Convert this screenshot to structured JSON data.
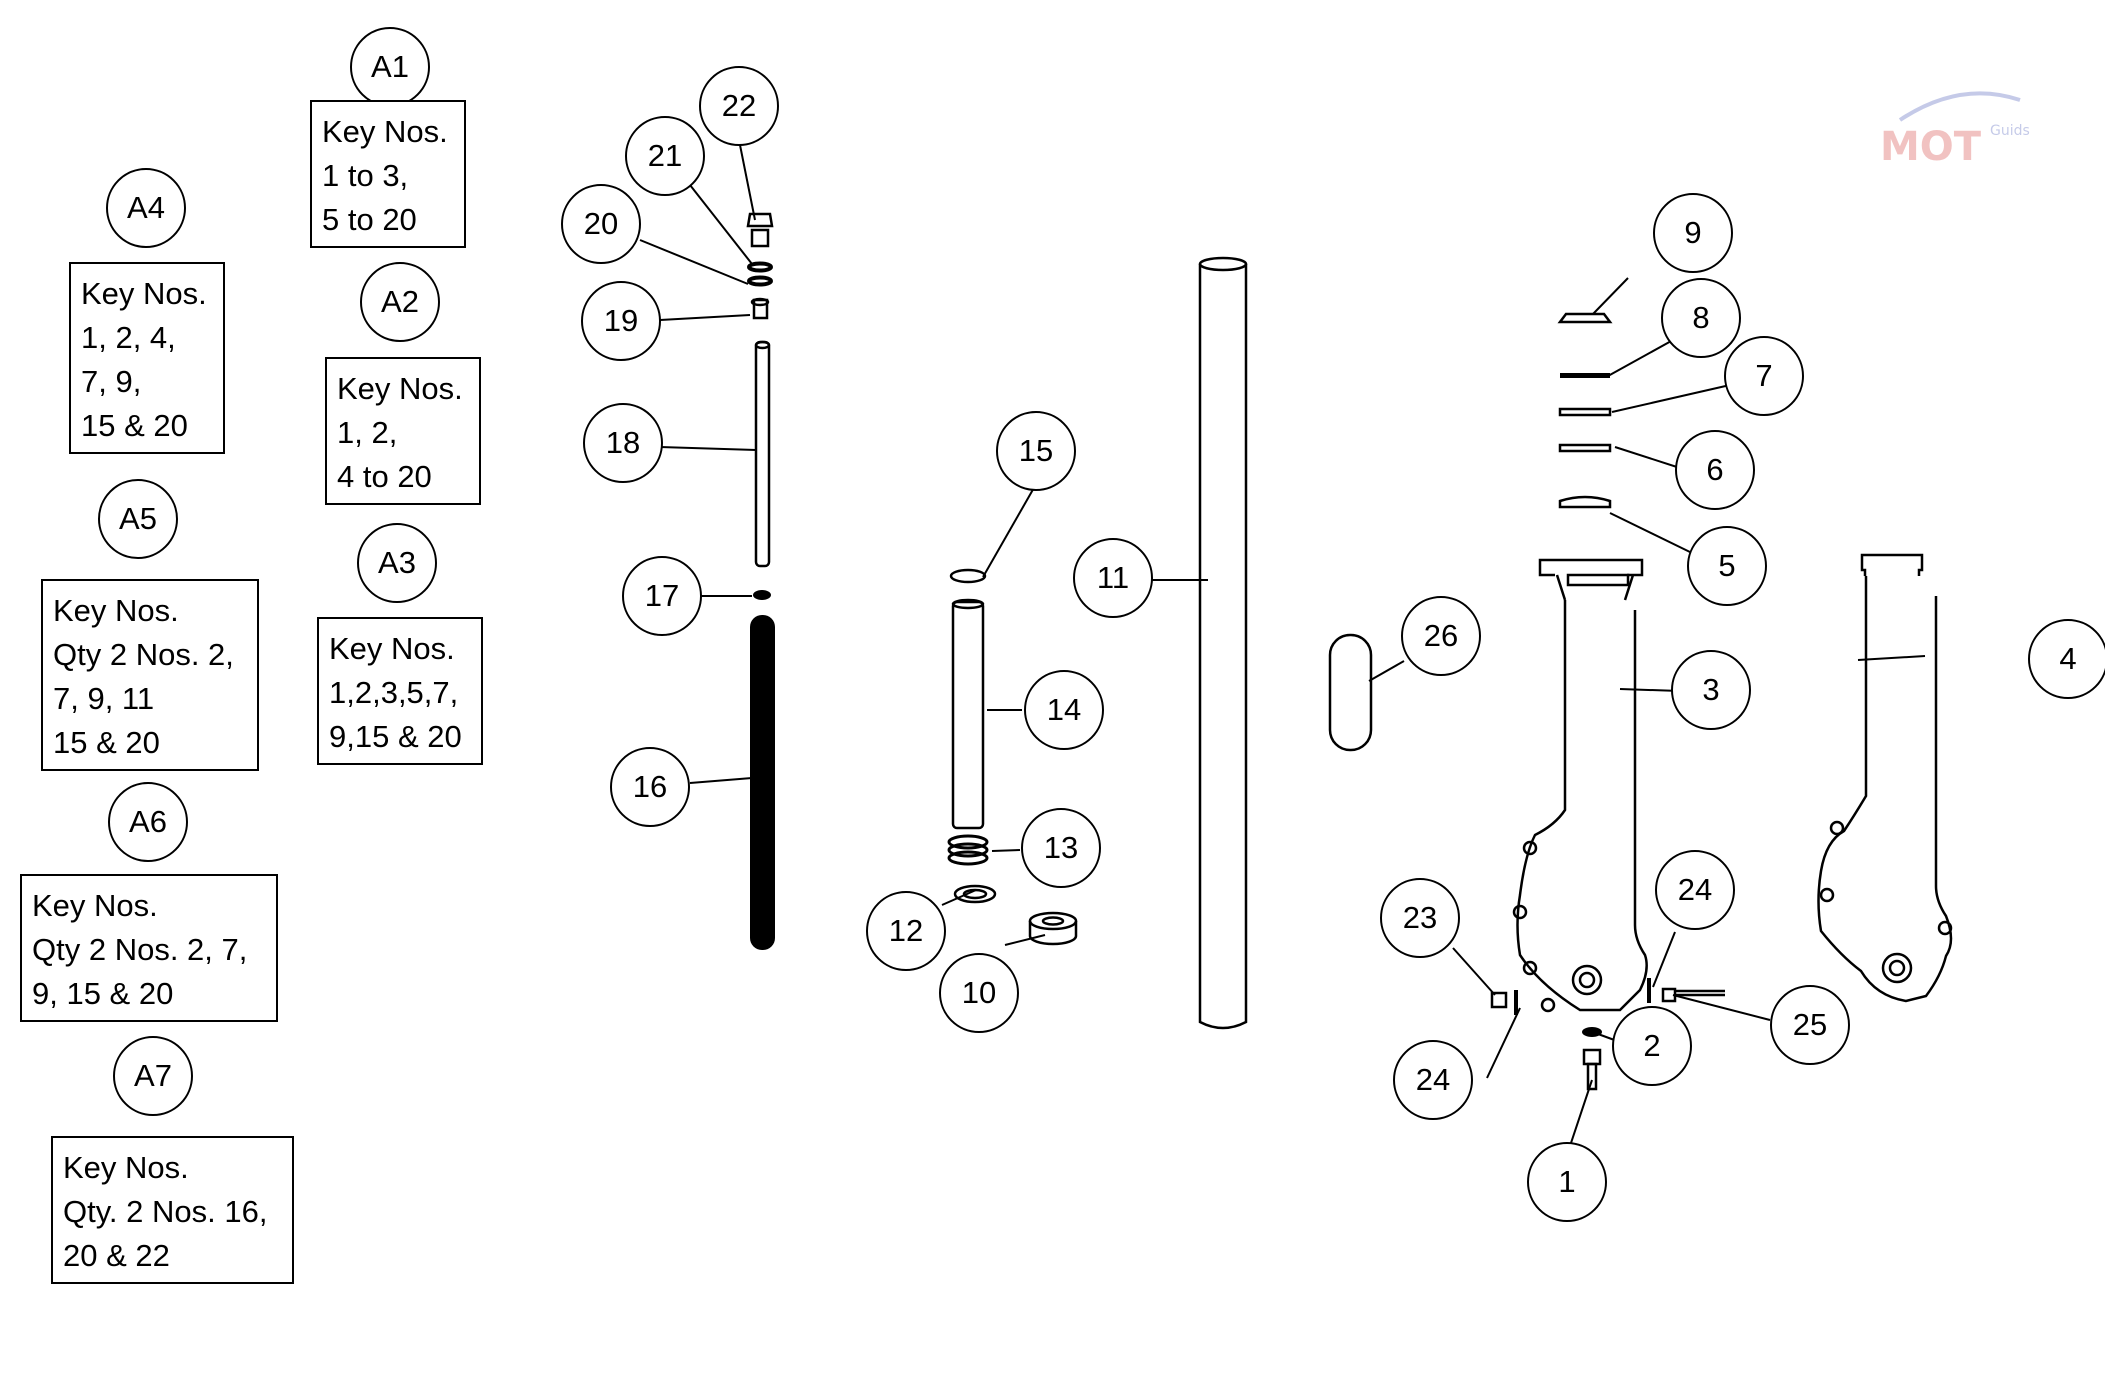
{
  "assemblies": [
    {
      "id": "A1",
      "lines": [
        "Key Nos.",
        "1 to 3,",
        "5 to 20"
      ]
    },
    {
      "id": "A2",
      "lines": [
        "Key Nos.",
        "1, 2,",
        "4 to 20"
      ]
    },
    {
      "id": "A3",
      "lines": [
        "Key Nos.",
        "1,2,3,5,7,",
        "9,15 & 20"
      ]
    },
    {
      "id": "A4",
      "lines": [
        "Key Nos.",
        "1, 2, 4,",
        "7, 9,",
        "15 & 20"
      ]
    },
    {
      "id": "A5",
      "lines": [
        "Key Nos.",
        "Qty 2 Nos. 2,",
        "7, 9, 11",
        "15 & 20"
      ]
    },
    {
      "id": "A6",
      "lines": [
        "Key Nos.",
        "Qty 2 Nos. 2, 7,",
        "9, 15 & 20"
      ]
    },
    {
      "id": "A7",
      "lines": [
        "Key Nos.",
        "Qty. 2 Nos. 16,",
        "20 & 22"
      ]
    }
  ],
  "callouts": [
    "1",
    "2",
    "3",
    "4",
    "5",
    "6",
    "7",
    "8",
    "9",
    "10",
    "11",
    "12",
    "13",
    "14",
    "15",
    "16",
    "17",
    "18",
    "19",
    "20",
    "21",
    "22",
    "23",
    "24",
    "24",
    "25",
    "26"
  ],
  "watermark": {
    "text": "MOT",
    "subtext": "Guids",
    "color_red": "#d9534f",
    "color_blue": "#5b6bc0"
  }
}
